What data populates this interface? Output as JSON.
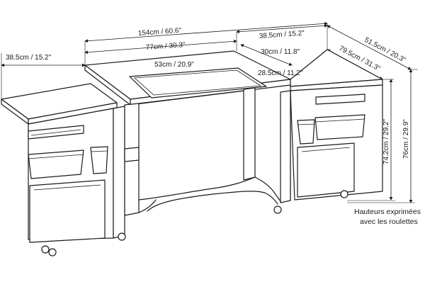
{
  "dimensions": {
    "total_width": "154cm / 60.6\"",
    "left_leaf": "38.5cm / 15.2\"",
    "right_leaf": "38.5cm / 15.2\"",
    "center_top": "77cm / 30.3\"",
    "opening_width": "53cm / 20.9\"",
    "opening_depth": "28.5cm / 11.2\"",
    "right_depth_inner": "30cm / 11.8\"",
    "depth_total": "79.5cm / 31.3\"",
    "depth_leaf": "51.5cm / 20.3\"",
    "height_low": "74.2cm / 29.2\"",
    "height_high": "76cm / 29.9\""
  },
  "note": {
    "line1": "Hauteurs exprimées",
    "line2": "avec les roulettes"
  }
}
